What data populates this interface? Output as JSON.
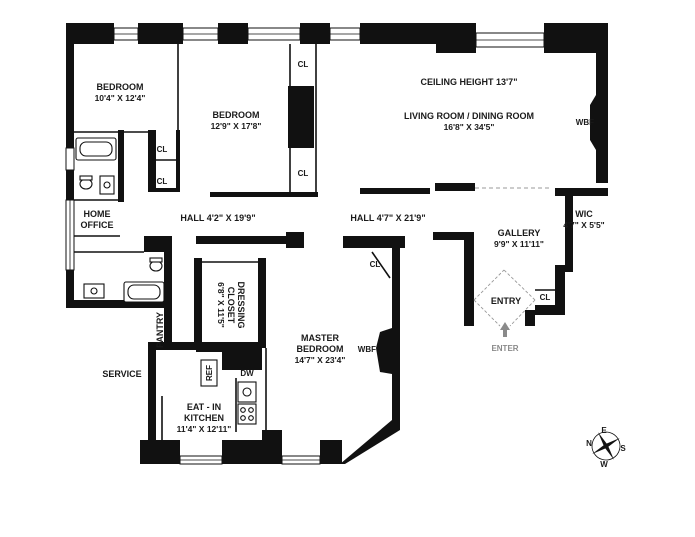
{
  "rooms": {
    "bedroom1": {
      "name": "BEDROOM",
      "dims": "10'4\" X 12'4\""
    },
    "bedroom2": {
      "name": "BEDROOM",
      "dims": "12'9\" X 17'8\""
    },
    "ceiling": "CEILING HEIGHT 13'7\"",
    "living": {
      "name": "LIVING ROOM  / DINING ROOM",
      "dims": "16'8\" X 34'5\""
    },
    "home_office": {
      "line1": "HOME",
      "line2": "OFFICE"
    },
    "hall1": "HALL 4'2\" X 19'9\"",
    "hall2": "HALL 4'7\" X 21'9\"",
    "gallery": {
      "name": "GALLERY",
      "dims": "9'9\" X 11'11\""
    },
    "wic": {
      "name": "WIC",
      "dims": "4'7\" X 5'5\""
    },
    "entry": "ENTRY",
    "dressing": {
      "line1": "DRESSING",
      "line2": "CLOSET",
      "dims": "6'8\" X 11'5\""
    },
    "master": {
      "line1": "MASTER",
      "line2": "BEDROOM",
      "dims": "14'7\" X 23'4\""
    },
    "pantry": "PANTRY",
    "service": "SERVICE",
    "kitchen": {
      "line1": "EAT - IN",
      "line2": "KITCHEN",
      "dims": "11'4\" X 12'11\""
    }
  },
  "fixtures": {
    "closet": "CL",
    "fireplace": "WBF",
    "refrigerator": "REF",
    "dishwasher": "DW"
  },
  "enter_label": "ENTER",
  "compass": {
    "n": "N",
    "e": "E",
    "s": "S",
    "w": "W"
  }
}
